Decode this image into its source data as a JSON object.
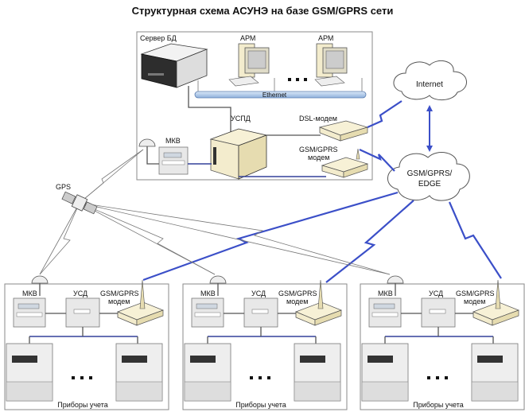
{
  "title": "Структурная схема АСУНЭ на базе GSM/GPRS сети",
  "center": {
    "server_label": "Сервер БД",
    "arm1_label": "АРМ",
    "arm2_label": "АРМ",
    "ethernet_label": "Ethernet",
    "uspd_label": "УСПД",
    "dsl_label": "DSL-модем",
    "gsm_modem_label_1": "GSM/GPRS",
    "gsm_modem_label_2": "модем",
    "mkv_label": "МКВ"
  },
  "clouds": {
    "internet": "Internet",
    "gsm_1": "GSM/GPRS/",
    "gsm_2": "EDGE"
  },
  "gps_label": "GPS",
  "site": {
    "mkv_label": "МКВ",
    "usd_label": "УСД",
    "modem_label_1": "GSM/GPRS",
    "modem_label_2": "модем",
    "meters_label": "Приборы учета"
  },
  "colors": {
    "link_blue": "#3b4fc8",
    "ethernet_bar": "#a9c3e6",
    "device_beige": "#f3eccd"
  }
}
